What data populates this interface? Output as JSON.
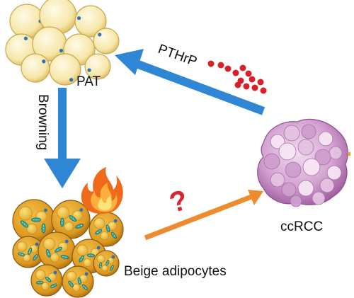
{
  "labels": {
    "pat": "PAT",
    "pthrp": "PTHrP",
    "browning": "Browning",
    "beige": "Beige adipocytes",
    "ccrcc": "ccRCC",
    "question": "?"
  },
  "colors": {
    "blue_arrow": "#2f86d4",
    "orange_arrow": "#ef8a2e",
    "pthrp_dots": "#d7202a",
    "question_mark": "#d7262e",
    "white_cell": "#f7e9b0",
    "white_nucleus": "#2f6fb3",
    "beige_cell": "#e7a52a",
    "mitochondria": "#3aa89a",
    "tumor": "#c48fc4",
    "flame": "#f06a1c"
  },
  "icons": {
    "fat_cluster": "white-adipocyte-cluster-icon",
    "beige_cluster": "beige-adipocyte-cluster-icon",
    "flame": "flame-icon",
    "tumor": "ccrcc-tumor-icon"
  }
}
